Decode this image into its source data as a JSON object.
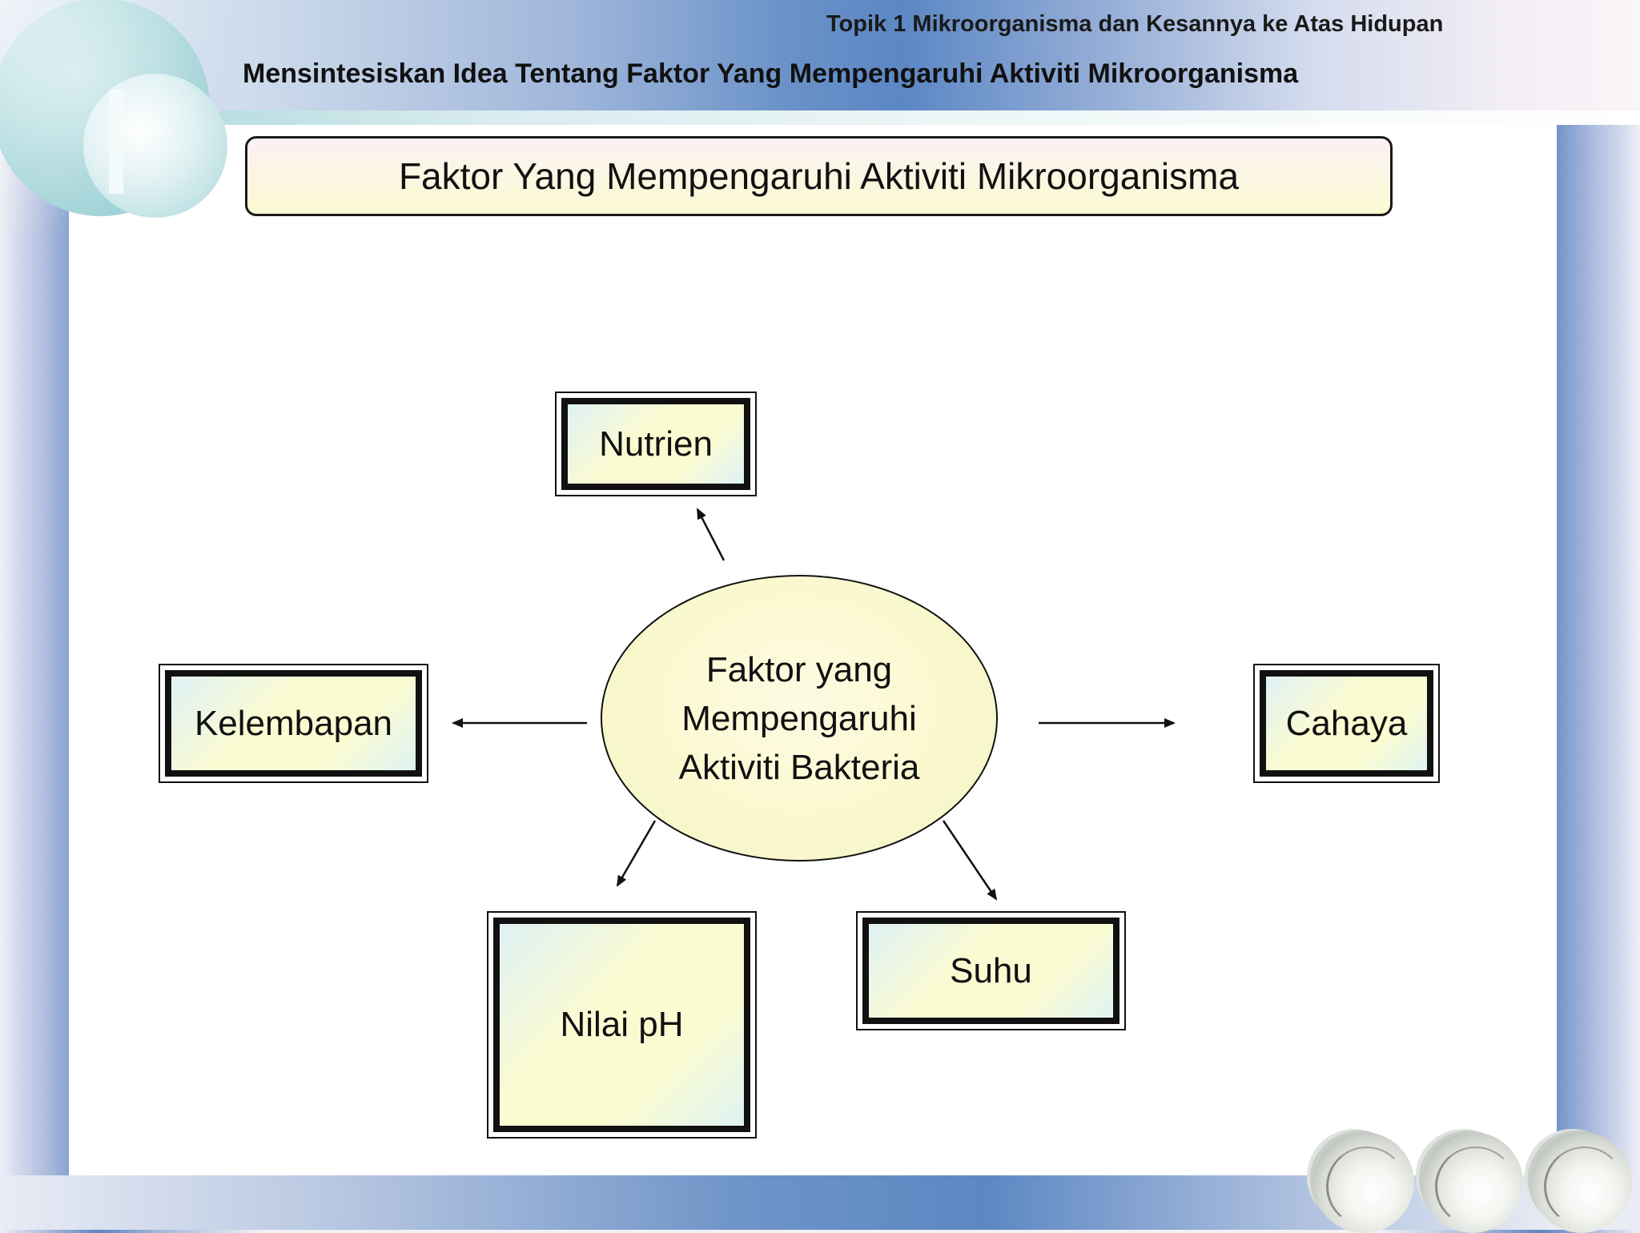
{
  "header": {
    "topic": "Topik 1 Mikroorganisma dan Kesannya ke Atas Hidupan",
    "subtitle": "Mensintesiskan Idea Tentang Faktor Yang Mempengaruhi Aktiviti Mikroorganisma"
  },
  "slide": {
    "title": "Faktor Yang Mempengaruhi Aktiviti Mikroorganisma"
  },
  "diagram": {
    "center": "Faktor yang\nMempengaruhi\nAktiviti Bakteria",
    "factors": {
      "nutrien": "Nutrien",
      "kelembapan": "Kelembapan",
      "cahaya": "Cahaya",
      "nilai_ph": "Nilai pH",
      "suhu": "Suhu"
    }
  },
  "colors": {
    "ellipse_fill": "#fbf8cf",
    "box_fill": "#fbfbd2",
    "title_fill": "#fbf6e4",
    "side_band": "#5a86c0",
    "deco_teal": "#a8d6da"
  },
  "navigation": {
    "buttons": [
      "nav-button-1-icon",
      "nav-button-2-icon",
      "nav-button-3-icon"
    ]
  }
}
